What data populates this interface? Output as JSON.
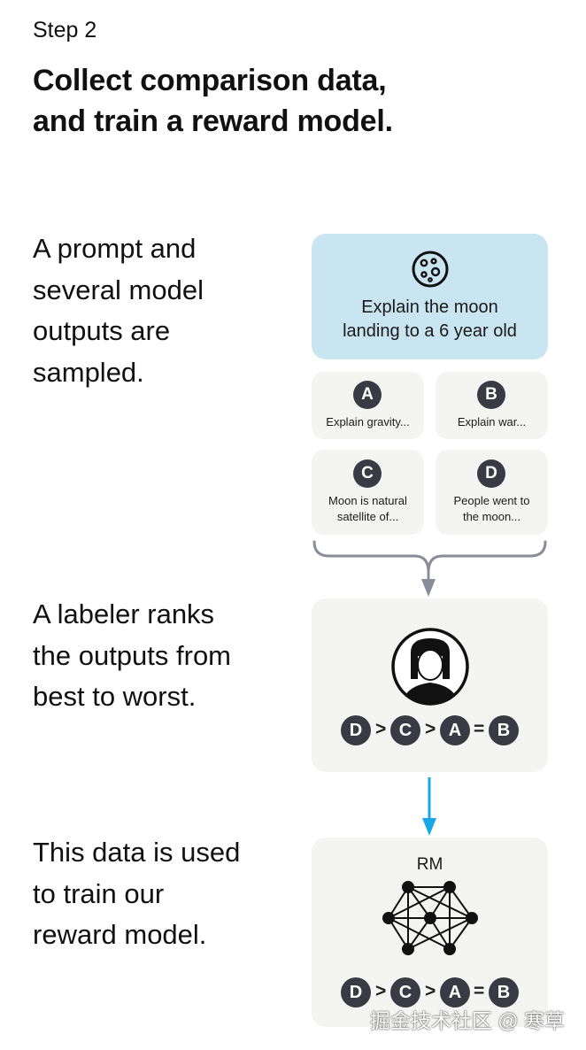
{
  "step_label": "Step 2",
  "title_line1": "Collect comparison data,",
  "title_line2": "and train a reward model.",
  "descriptions": [
    [
      "A prompt and",
      "several model",
      "outputs are",
      "sampled."
    ],
    [
      "A labeler ranks",
      "the outputs from",
      "best to worst."
    ],
    [
      "This data is used",
      "to train our",
      "reward model."
    ]
  ],
  "prompt": {
    "icon": "moon-icon",
    "line1": "Explain the moon",
    "line2": "landing to a 6 year old"
  },
  "outputs": [
    {
      "badge": "A",
      "line1": "Explain gravity...",
      "line2": ""
    },
    {
      "badge": "B",
      "line1": "Explain war...",
      "line2": ""
    },
    {
      "badge": "C",
      "line1": "Moon is natural",
      "line2": "satellite of..."
    },
    {
      "badge": "D",
      "line1": "People went to",
      "line2": "the moon..."
    }
  ],
  "ranking": {
    "items": [
      "D",
      "C",
      "A",
      "B"
    ],
    "ops": [
      ">",
      ">",
      "="
    ]
  },
  "reward_model": {
    "label": "RM"
  },
  "colors": {
    "prompt_bg": "#c9e5f1",
    "card_bg": "#f4f4f2",
    "badge_bg": "#3a3a44",
    "arrow_gray": "#8a8c99",
    "arrow_blue": "#1aa7e8"
  },
  "watermark": "掘金技术社区 @ 寒草"
}
